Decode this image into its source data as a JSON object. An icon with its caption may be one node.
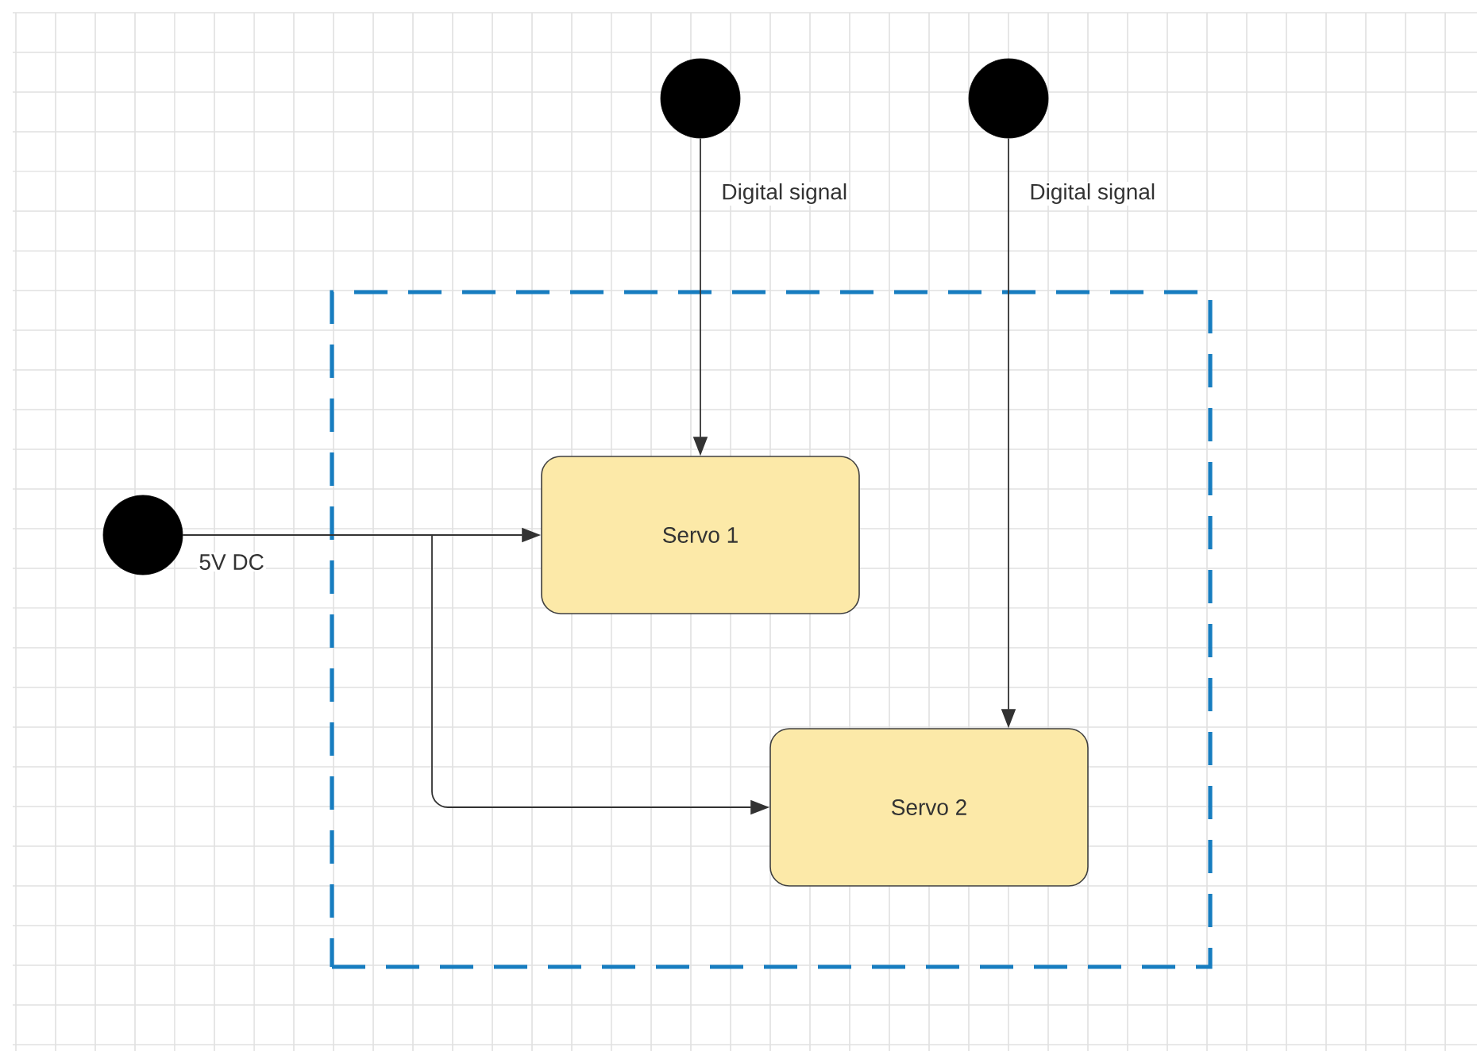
{
  "diagram": {
    "nodes": [
      {
        "text": [],
        "shape": "circle"
      },
      {
        "text": [],
        "shape": "circle"
      },
      {
        "text": [],
        "shape": "box"
      },
      {
        "text": [],
        "shape": "circle"
      },
      {
        "text": [
          "Servo 1"
        ],
        "in": 2
      },
      {
        "text": [
          "Servo 2"
        ],
        "in": 2
      }
    ],
    "edges": [
      {
        "from": 0,
        "to": 4,
        "arrow": "to",
        "label": "Digital signal"
      },
      {
        "from": 1,
        "to": 5,
        "arrow": "to",
        "label": "Digital signal"
      },
      {
        "from": 3,
        "to": 4,
        "arrow": "to",
        "label": "5V DC"
      },
      {
        "from": 3,
        "to": 5,
        "arrow": "to"
      }
    ]
  }
}
